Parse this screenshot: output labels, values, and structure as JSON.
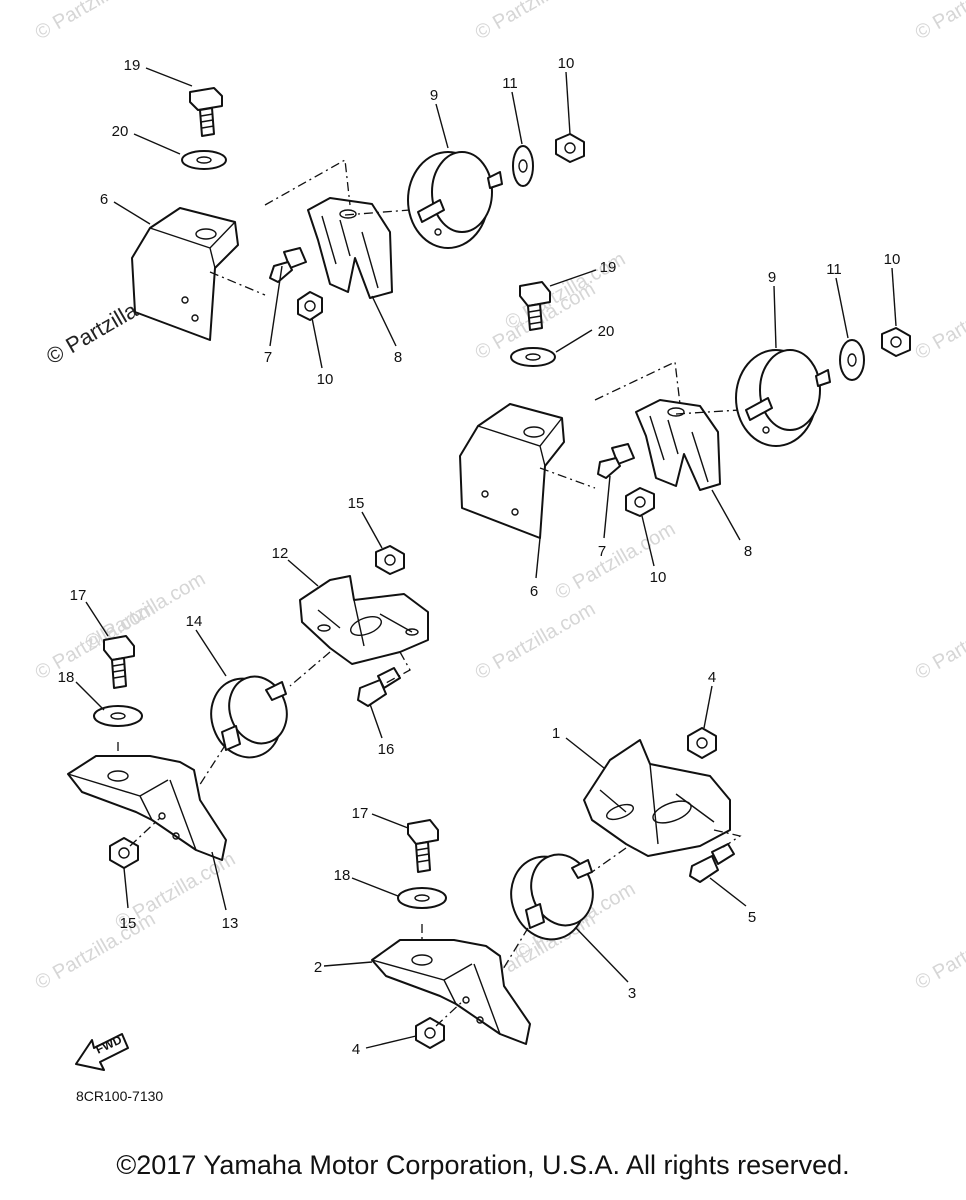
{
  "diagram": {
    "drawing_code": "8CR100-7130",
    "copyright": "©2017 Yamaha Motor Corporation, U.S.A. All rights reserved.",
    "watermark": "© Partzilla.com",
    "fwd_label": "FWD",
    "callouts": [
      {
        "id": "c19a",
        "label": "19"
      },
      {
        "id": "c20a",
        "label": "20"
      },
      {
        "id": "c6a",
        "label": "6"
      },
      {
        "id": "c7a",
        "label": "7"
      },
      {
        "id": "c10a",
        "label": "10"
      },
      {
        "id": "c8a",
        "label": "8"
      },
      {
        "id": "c9a",
        "label": "9"
      },
      {
        "id": "c11a",
        "label": "11"
      },
      {
        "id": "c10b",
        "label": "10"
      },
      {
        "id": "c19b",
        "label": "19"
      },
      {
        "id": "c20b",
        "label": "20"
      },
      {
        "id": "c9b",
        "label": "9"
      },
      {
        "id": "c11b",
        "label": "11"
      },
      {
        "id": "c10c",
        "label": "10"
      },
      {
        "id": "c7b",
        "label": "7"
      },
      {
        "id": "c10d",
        "label": "10"
      },
      {
        "id": "c8b",
        "label": "8"
      },
      {
        "id": "c6b",
        "label": "6"
      },
      {
        "id": "c15a",
        "label": "15"
      },
      {
        "id": "c12",
        "label": "12"
      },
      {
        "id": "c17a",
        "label": "17"
      },
      {
        "id": "c14",
        "label": "14"
      },
      {
        "id": "c18a",
        "label": "18"
      },
      {
        "id": "c16",
        "label": "16"
      },
      {
        "id": "c15b",
        "label": "15"
      },
      {
        "id": "c13",
        "label": "13"
      },
      {
        "id": "c4a",
        "label": "4"
      },
      {
        "id": "c1",
        "label": "1"
      },
      {
        "id": "c17b",
        "label": "17"
      },
      {
        "id": "c18b",
        "label": "18"
      },
      {
        "id": "c5",
        "label": "5"
      },
      {
        "id": "c2",
        "label": "2"
      },
      {
        "id": "c3",
        "label": "3"
      },
      {
        "id": "c4b",
        "label": "4"
      }
    ]
  }
}
